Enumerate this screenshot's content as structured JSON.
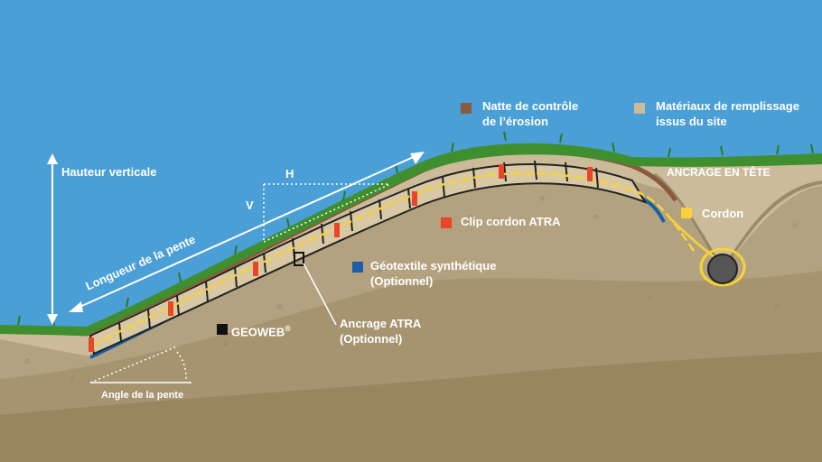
{
  "labels": {
    "hauteur": "Hauteur verticale",
    "h": "H",
    "v": "V",
    "longueur": "Longueur de la pente",
    "angle": "Angle de la pente",
    "geoweb": "GEOWEB",
    "geoweb_mark": "®",
    "ancrage_tete": "ANCRAGE EN TÊTE"
  },
  "legend": {
    "natte_line1": "Natte de contrôle",
    "natte_line2": "de l’érosion",
    "materiaux_line1": "Matériaux de remplissage",
    "materiaux_line2": "issus du site",
    "clip": "Clip cordon ATRA",
    "geotextile_line1": "Géotextile synthétique",
    "geotextile_line2": "(Optionnel)",
    "cordon": "Cordon",
    "ancrage_line1": "Ancrage ATRA",
    "ancrage_line2": "(Optionnel)"
  },
  "colors": {
    "sky": "#4a9fd6",
    "natte": "#8a5a3c",
    "materiaux": "#cbbb9a",
    "clip": "#e8452a",
    "geotextile": "#1a5fa8",
    "cordon": "#f7d23a",
    "geoweb": "#111111",
    "grass": "#3f8f2f"
  }
}
